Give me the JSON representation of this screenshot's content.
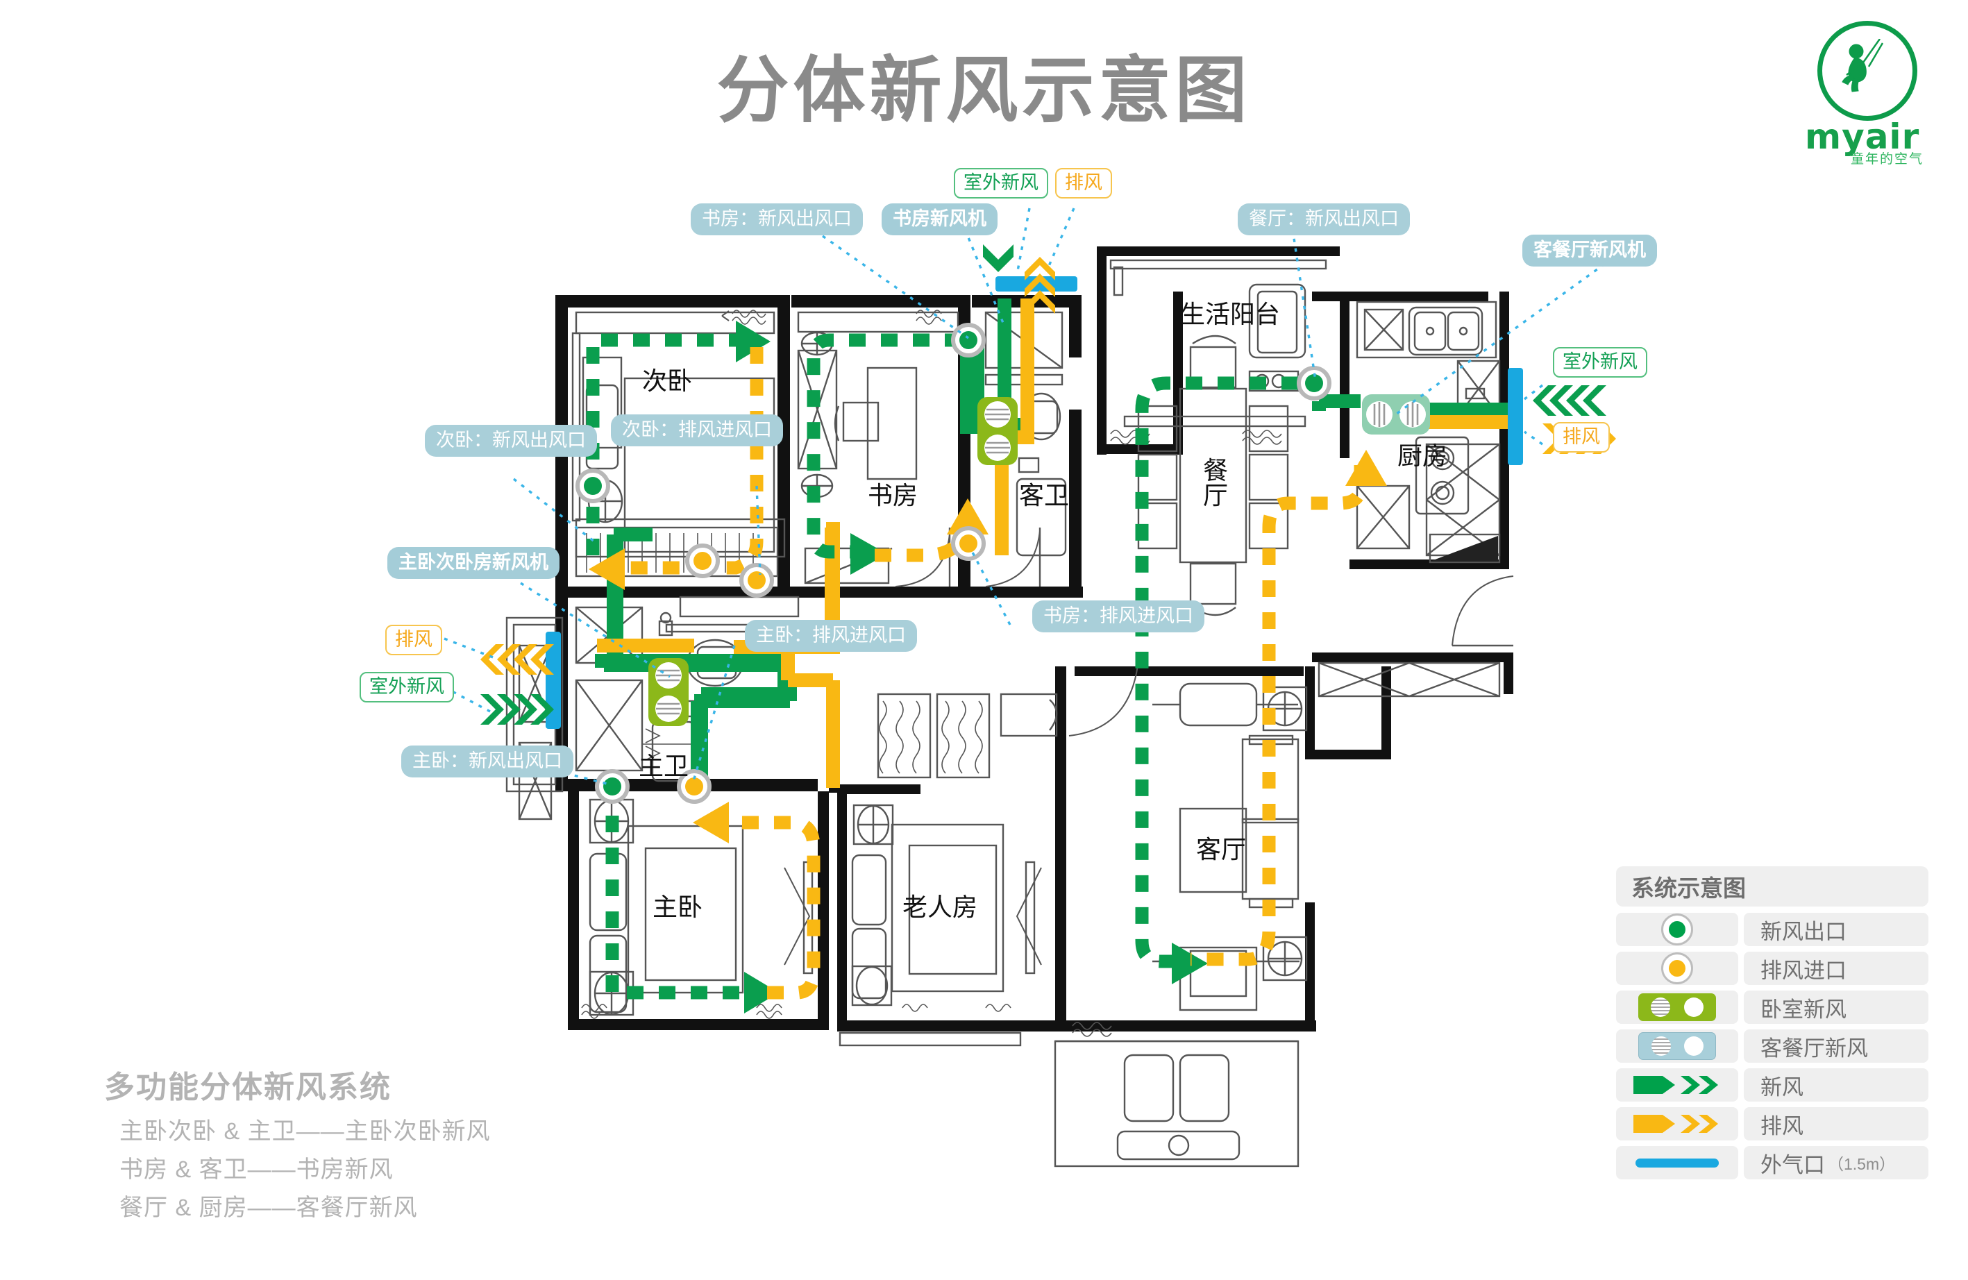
{
  "title": "分体新风示意图",
  "logo": {
    "wordmark": "myair",
    "subtitle": "童年的空气",
    "icon": "child-on-swing-icon",
    "color": "#17a04c"
  },
  "colors": {
    "fresh_air_green": "#00a14b",
    "exhaust_orange": "#f9b813",
    "outdoor_port_blue": "#19a8e0",
    "bedroom_unit": "#8cb81a",
    "living_unit": "#8fcfb0",
    "legend_living_unit": "#a8cfda",
    "chip_bg": "#a9cfd9",
    "title_gray": "#8a8a8a"
  },
  "callouts": [
    {
      "id": "study-supply",
      "text": "书房：新风出风口",
      "style": "chip"
    },
    {
      "id": "study-unit",
      "text": "书房新风机",
      "style": "bold"
    },
    {
      "id": "outdoor-air-top",
      "text": "室外新风",
      "style": "outline-green"
    },
    {
      "id": "exhaust-top",
      "text": "排风",
      "style": "outline-orange"
    },
    {
      "id": "dining-supply",
      "text": "餐厅：新风出风口",
      "style": "chip"
    },
    {
      "id": "living-dining-unit",
      "text": "客餐厅新风机",
      "style": "bold"
    },
    {
      "id": "outdoor-air-right",
      "text": "室外新风",
      "style": "outline-green"
    },
    {
      "id": "exhaust-right",
      "text": "排风",
      "style": "outline-orange"
    },
    {
      "id": "second-bed-supply",
      "text": "次卧：新风出风口",
      "style": "chip"
    },
    {
      "id": "second-bed-return",
      "text": "次卧：排风进风口",
      "style": "chip"
    },
    {
      "id": "master-second-unit",
      "text": "主卧次卧房新风机",
      "style": "bold"
    },
    {
      "id": "exhaust-left",
      "text": "排风",
      "style": "outline-orange"
    },
    {
      "id": "outdoor-air-left",
      "text": "室外新风",
      "style": "outline-green"
    },
    {
      "id": "master-supply",
      "text": "主卧：新风出风口",
      "style": "chip"
    },
    {
      "id": "master-return",
      "text": "主卧：排风进风口",
      "style": "chip"
    },
    {
      "id": "study-return",
      "text": "书房：排风进风口",
      "style": "chip"
    }
  ],
  "rooms": [
    {
      "id": "second-bedroom",
      "name": "次卧"
    },
    {
      "id": "study",
      "name": "书房"
    },
    {
      "id": "guest-bath",
      "name": "客卫"
    },
    {
      "id": "service-balcony",
      "name": "生活阳台"
    },
    {
      "id": "kitchen",
      "name": "厨房"
    },
    {
      "id": "dining",
      "name": "餐厅"
    },
    {
      "id": "master-bath",
      "name": "主卫"
    },
    {
      "id": "master-bedroom",
      "name": "主卧"
    },
    {
      "id": "elder-room",
      "name": "老人房"
    },
    {
      "id": "living-room",
      "name": "客厅"
    }
  ],
  "caption": {
    "heading": "多功能分体新风系统",
    "lines": [
      "主卧次卧 & 主卫——主卧次卧新风",
      "书房 & 客卫——书房新风",
      "餐厅 & 厨房——客餐厅新风"
    ]
  },
  "legend": {
    "title": "系统示意图",
    "items": [
      {
        "id": "fresh-air-outlet",
        "label": "新风出口",
        "swatch": "green-dot",
        "color": "#00a14b"
      },
      {
        "id": "exhaust-inlet",
        "label": "排风进口",
        "swatch": "orange-dot",
        "color": "#f9b813"
      },
      {
        "id": "bedroom-unit",
        "label": "卧室新风",
        "swatch": "unit-chip",
        "color": "#8cb81a"
      },
      {
        "id": "living-unit",
        "label": "客餐厅新风",
        "swatch": "unit-chip",
        "color": "#a8cfda"
      },
      {
        "id": "fresh-air-flow",
        "label": "新风",
        "swatch": "arrow-chevrons",
        "color": "#00a14b"
      },
      {
        "id": "exhaust-flow",
        "label": "排风",
        "swatch": "arrow-chevrons",
        "color": "#f9b813"
      },
      {
        "id": "outdoor-port",
        "label": "外气口",
        "unit": "（1.5m）",
        "swatch": "blue-bar",
        "color": "#19a8e0"
      }
    ]
  }
}
